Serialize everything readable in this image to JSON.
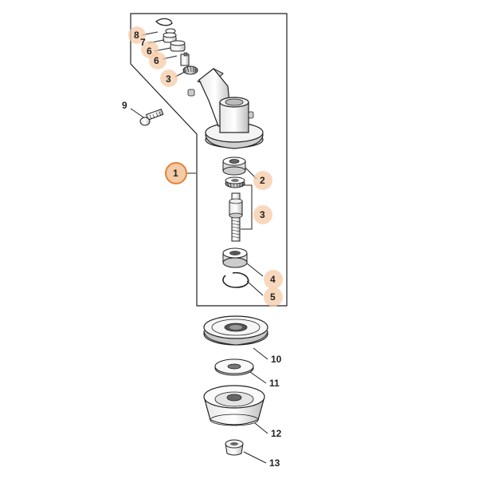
{
  "callouts": {
    "c1": "1",
    "c2": "2",
    "c3_top": "3",
    "c3_mid": "3",
    "c4": "4",
    "c5": "5",
    "c6_a": "6",
    "c6_b": "6",
    "c7": "7",
    "c8": "8",
    "c9": "9",
    "c10": "10",
    "c11": "11",
    "c12": "12",
    "c13": "13"
  },
  "colors": {
    "highlight_strong": "#e8813a",
    "highlight_soft": "#f5cba7",
    "line": "#222222",
    "part_fill": "#f2f2f2",
    "part_shade": "#bdbdbd"
  }
}
